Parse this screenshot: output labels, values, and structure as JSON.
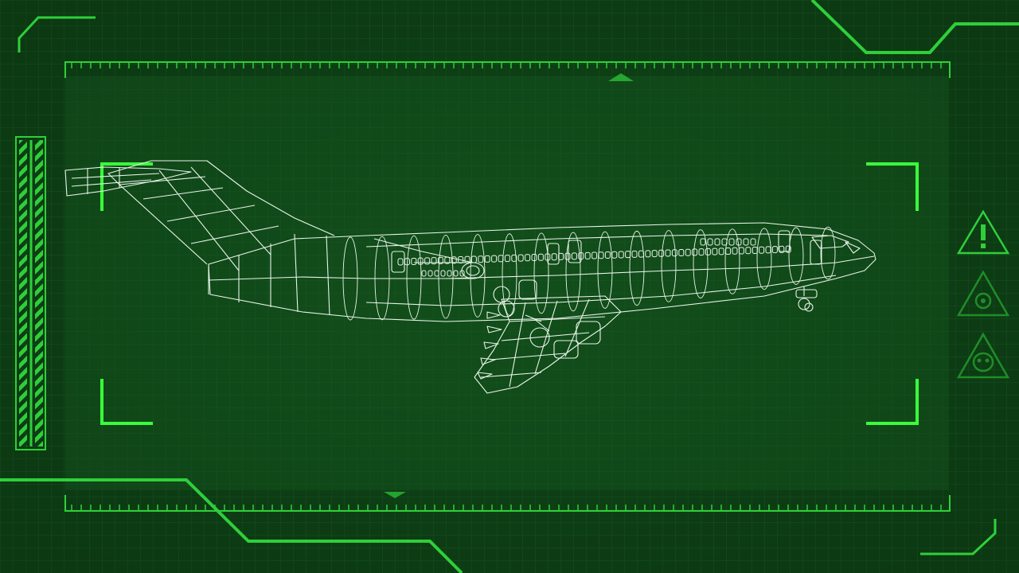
{
  "scene": {
    "subject": "airliner-wireframe",
    "view": "side-profile"
  },
  "colors": {
    "background": "#0d3d14",
    "background_inner": "#104a19",
    "grid_line": "#1b5a24",
    "hud_green": "#2fcf3a",
    "hud_bright": "#39ff3c",
    "hud_dim": "#1f8a2a",
    "wireframe": "#e8f4e8"
  },
  "icons": [
    {
      "name": "warning-triangle-icon",
      "state": "active"
    },
    {
      "name": "radiation-triangle-icon",
      "state": "dim"
    },
    {
      "name": "biohazard-triangle-icon",
      "state": "dim"
    }
  ]
}
